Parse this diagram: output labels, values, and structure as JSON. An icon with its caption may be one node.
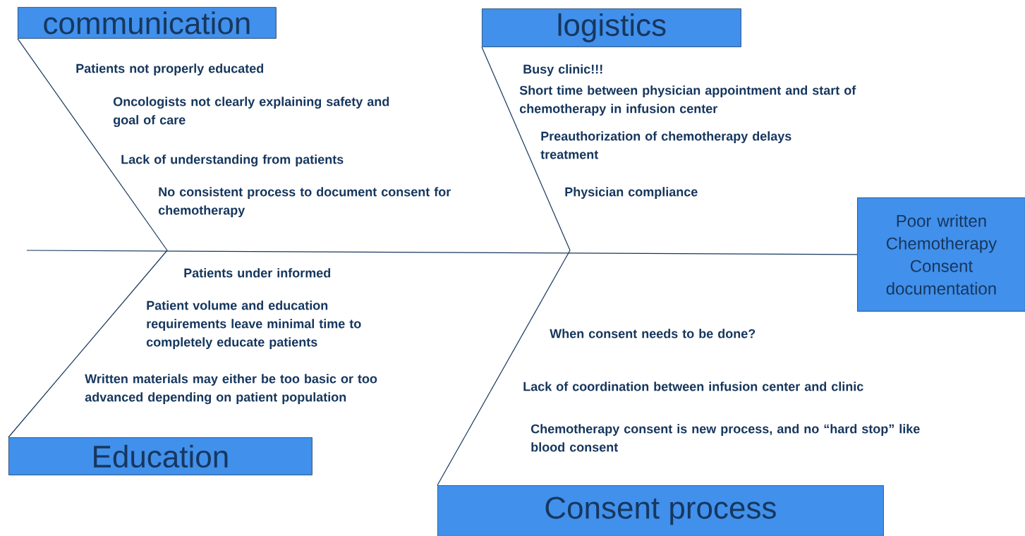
{
  "diagram": {
    "nodes": [
      {
        "text": [
          "communication"
        ]
      },
      {
        "text": [
          "logistics"
        ]
      },
      {
        "text": [
          "Education"
        ]
      },
      {
        "text": [
          "Consent process"
        ]
      },
      {
        "text": [
          "Poor written Chemotherapy Consent documentation"
        ]
      }
    ],
    "edges": [
      {
        "from": 0,
        "to": null,
        "arrow": "none"
      },
      {
        "from": 1,
        "to": null,
        "arrow": "none"
      },
      {
        "from": 2,
        "to": null,
        "arrow": "none"
      },
      {
        "from": 3,
        "to": null,
        "arrow": "none"
      },
      {
        "from": null,
        "to": 4,
        "arrow": "none"
      }
    ],
    "labels": [
      "Patients not properly educated",
      "Oncologists not clearly explaining safety and goal of care",
      "Lack of understanding from patients",
      "No consistent process to document consent for chemotherapy",
      "Busy clinic!!!",
      "Short time between physician appointment and start of chemotherapy in infusion center",
      "Preauthorization of chemotherapy delays treatment",
      "Physician compliance",
      "Patients under informed",
      "Patient volume and education requirements leave minimal time to completely educate patients",
      "Written materials may either be too basic or too advanced depending on patient population",
      "When consent needs to be done?",
      "Lack of coordination between infusion center and clinic",
      "Chemotherapy consent is new process, and no “hard stop” like blood consent"
    ]
  }
}
